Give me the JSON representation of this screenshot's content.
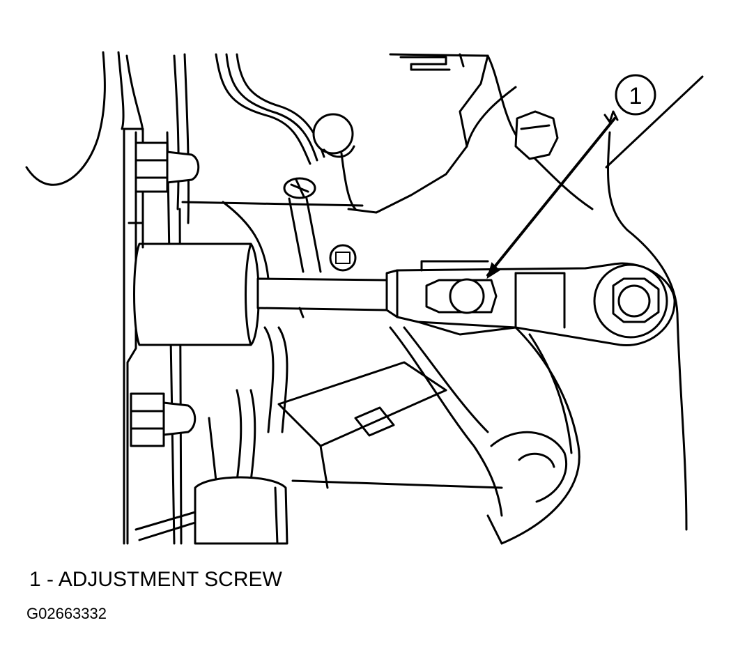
{
  "callout": {
    "number": "1"
  },
  "legend": {
    "entry": "1 - ADJUSTMENT SCREW"
  },
  "figure_id": "G02663332"
}
